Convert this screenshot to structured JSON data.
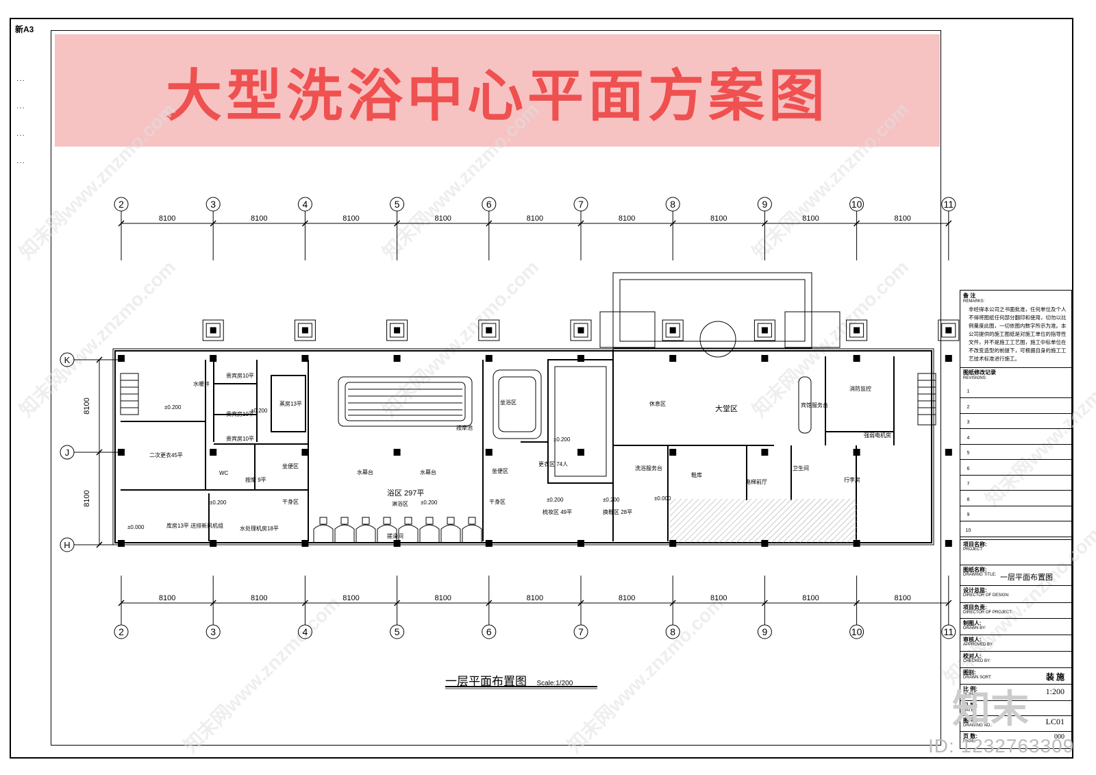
{
  "sheet_size": "新A3",
  "banner_title": "大型洗浴中心平面方案图",
  "axes": {
    "column_labels": [
      "2",
      "3",
      "4",
      "5",
      "6",
      "7",
      "8",
      "9",
      "10",
      "11"
    ],
    "row_labels": [
      "K",
      "J",
      "H"
    ],
    "column_spacing": "8100",
    "row_spacing": "8100"
  },
  "rooms": {
    "water_pump": "水暖井",
    "private_room_1": "贵宾房10平",
    "private_room_2": "贵宾房10平",
    "private_room_3": "贵宾房10平",
    "sauna": "蒸房13平",
    "second_changing": "二次更衣45平",
    "massage": "按摩 9平",
    "bath_area": "浴区 297平",
    "pool": "按摩池",
    "water_platform_1": "水幕台",
    "water_platform_2": "水幕台",
    "shower_area": "淋浴区",
    "rubbing_room": "搓澡间",
    "dry_area_1": "干身区",
    "dry_area_2": "干身区",
    "toilet_left": "坐便区",
    "toilet_right": "坐便区",
    "sit_area": "坐浴区",
    "changing_room": "更衣区 74人",
    "vanity": "梳妆区 49平",
    "shoe_area": "换鞋区 28平",
    "storage": "库房13平 送排新风机组",
    "water_treatment": "水处理机房18平",
    "rest_area": "休息区",
    "lobby": "大堂区",
    "reception": "宾馆服务台",
    "fire_control": "消防监控",
    "power_room": "强弱电机房",
    "front_desk": "洗浴服务台",
    "shoe_cabinet": "鞋库",
    "elevator_hall": "电梯前厅",
    "restroom": "卫生间",
    "luggage": "行李房",
    "wc": "WC"
  },
  "elevations": [
    "±0.200",
    "±0.200",
    "±0.200",
    "±0.200",
    "±0.200",
    "±0.200",
    "±0.200",
    "±0.000",
    "±0.000"
  ],
  "title_block": {
    "notes_header": "备 注",
    "notes_header_en": "REMARKS:",
    "notes_text": "非经得本公司之书面批准，任何单位及个人不得将图纸任何部分翻印和使用，切勿以比例量度此图，一切依图内数字所示为准。本公司提供的施工图纸是对施工单位的指导性文件，并不是施工工艺图，施工中标单位在不改变造型的前提下，可根据自身的施工工艺技术标准进行施工。",
    "revisions_header": "图纸修改记录",
    "revisions_header_en": "REVISIONS:",
    "revision_numbers": [
      "1",
      "2",
      "3",
      "4",
      "5",
      "6",
      "7",
      "8",
      "9",
      "10"
    ],
    "project_label": "项目名称:",
    "project_label_en": "PROJECT:",
    "drawing_title_label": "图纸名称:",
    "drawing_title_label_en": "DRAWING TITLE:",
    "drawing_title": "一层平面布置图",
    "director_label": "设计总监:",
    "director_label_en": "DIRECTOR OF DESIGN:",
    "project_director_label": "项目负责:",
    "project_director_label_en": "DIRECTOR OF PROJECT:",
    "drawn_label": "制图人:",
    "drawn_label_en": "DRAWN BY:",
    "approved_label": "审核人:",
    "approved_label_en": "APPROVED BY:",
    "checked_label": "校对人:",
    "checked_label_en": "CHECKED BY:",
    "sort_label": "图别:",
    "sort_label_en": "DRAWN SORT:",
    "sort_value": "装 施",
    "scale_label": "比 例:",
    "scale_label_en": "SCALE:",
    "scale_value": "1:200",
    "date_label": "日 期:",
    "date_label_en": "DATE:",
    "number_label": "图 号:",
    "number_label_en": "DRAWING NO.:",
    "number_value": "LC01",
    "page_label": "页 数:",
    "page_label_en": "PAGE:",
    "page_value": "000"
  },
  "drawing_label": "一层平面布置图",
  "drawing_scale": "Scale:1/200",
  "watermark": "知末网www.znzmo.com",
  "logo_text": "知末",
  "id_text": "ID: 1232763309"
}
